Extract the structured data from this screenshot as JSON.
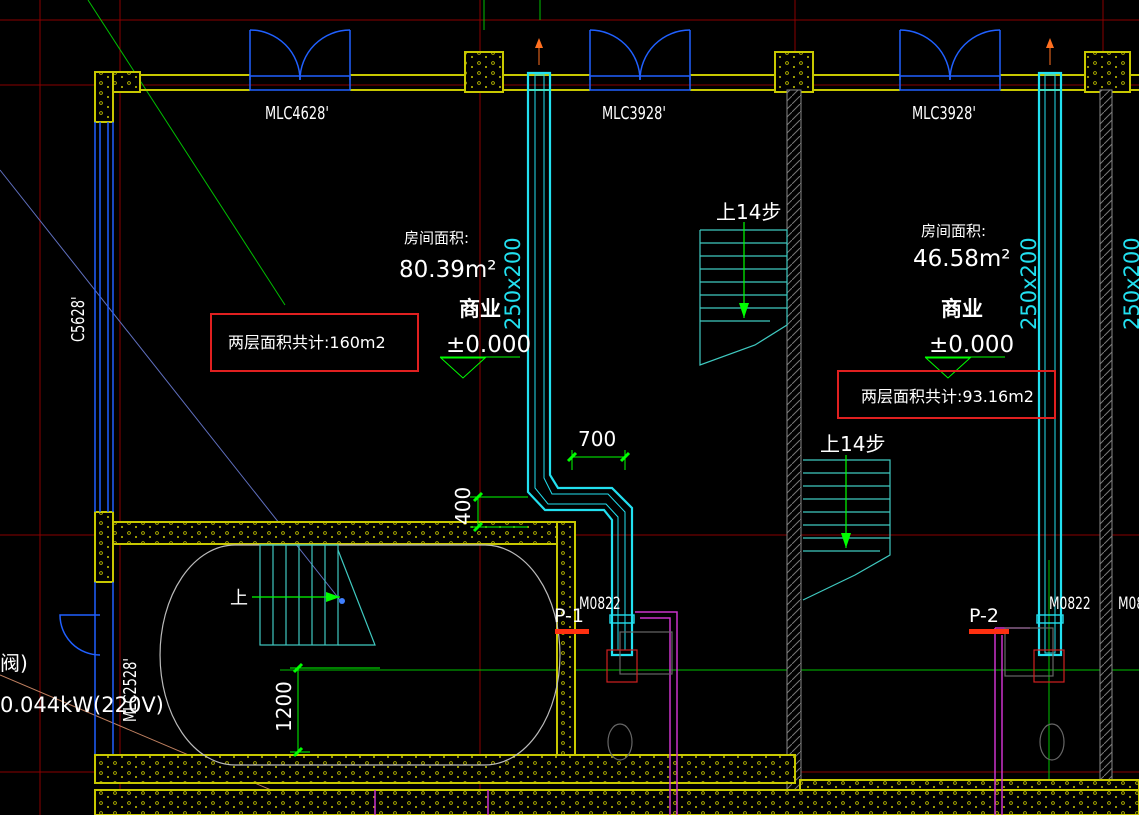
{
  "door_tags": {
    "mlc4628": "MLC4628'",
    "mlc3928_a": "MLC3928'",
    "mlc3928_b": "MLC3928'",
    "m0822_a": "M0822",
    "m0822_b": "M0822",
    "m08_edge": "M08"
  },
  "window_tags": {
    "c5628": "C5628'",
    "mlc2528": "MLC2528'"
  },
  "room_left": {
    "area_label": "房间面积:",
    "area_value": "80.39m²",
    "name": "商业",
    "elevation": "±0.000",
    "total_area_note": "两层面积共计:160m2"
  },
  "room_right": {
    "area_label": "房间面积:",
    "area_value": "46.58m²",
    "name": "商业",
    "elevation": "±0.000",
    "total_area_note": "两层面积共计:93.16m2"
  },
  "ducts": {
    "size_a": "250x200",
    "size_b": "250x200",
    "size_c": "250x200"
  },
  "stairs": {
    "upper_a": "上14步",
    "upper_b": "上14步",
    "up_small": "上"
  },
  "dimensions": {
    "d700": "700",
    "d400": "400",
    "d1200": "1200"
  },
  "pipes": {
    "p1": "P-1",
    "p2": "P-2"
  },
  "edge_text": {
    "valve_fragment": "阀)",
    "power": "0.044kW(220V)"
  },
  "colors": {
    "background": "#000000",
    "wall": "#c8c800",
    "door": "#2060ff",
    "duct": "#22e0f0",
    "stair": "#3fc9c0",
    "label": "#ffffff",
    "dimension": "#00ff00",
    "grid": "#c00000",
    "note_box": "#e02020",
    "plumbing": "#cc33cc",
    "pipe_marker": "#ff3010"
  }
}
